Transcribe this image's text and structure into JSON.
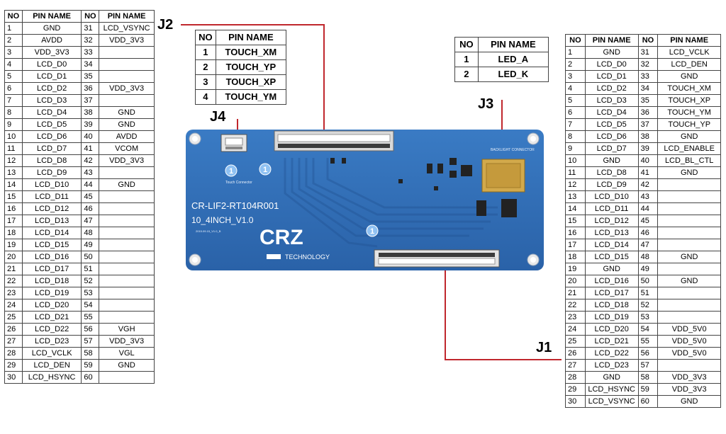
{
  "headers": {
    "no": "NO",
    "pin_name": "PIN NAME"
  },
  "labels": {
    "j1": "J1",
    "j2": "J2",
    "j3": "J3",
    "j4": "J4"
  },
  "colors": {
    "board": "#2b6bb3",
    "wire": "#c0272d"
  },
  "board": {
    "model": "CR-LIF2-RT104R001",
    "version": "10_4INCH_V1.0",
    "logo": "CRZ",
    "company": "TECHNOLOGY",
    "touch_connector": "Touch Connector",
    "backlight_connector": "BACKLIGHT CONNECTOR",
    "date_code": "2015.09.15_V1.0_B",
    "pin1_marker": "1"
  },
  "left_table": {
    "rows": [
      [
        "1",
        "GND",
        "31",
        "LCD_VSYNC"
      ],
      [
        "2",
        "AVDD",
        "32",
        "VDD_3V3"
      ],
      [
        "3",
        "VDD_3V3",
        "33",
        ""
      ],
      [
        "4",
        "LCD_D0",
        "34",
        ""
      ],
      [
        "5",
        "LCD_D1",
        "35",
        ""
      ],
      [
        "6",
        "LCD_D2",
        "36",
        "VDD_3V3"
      ],
      [
        "7",
        "LCD_D3",
        "37",
        ""
      ],
      [
        "8",
        "LCD_D4",
        "38",
        "GND"
      ],
      [
        "9",
        "LCD_D5",
        "39",
        "GND"
      ],
      [
        "10",
        "LCD_D6",
        "40",
        "AVDD"
      ],
      [
        "11",
        "LCD_D7",
        "41",
        "VCOM"
      ],
      [
        "12",
        "LCD_D8",
        "42",
        "VDD_3V3"
      ],
      [
        "13",
        "LCD_D9",
        "43",
        ""
      ],
      [
        "14",
        "LCD_D10",
        "44",
        "GND"
      ],
      [
        "15",
        "LCD_D11",
        "45",
        ""
      ],
      [
        "16",
        "LCD_D12",
        "46",
        ""
      ],
      [
        "17",
        "LCD_D13",
        "47",
        ""
      ],
      [
        "18",
        "LCD_D14",
        "48",
        ""
      ],
      [
        "19",
        "LCD_D15",
        "49",
        ""
      ],
      [
        "20",
        "LCD_D16",
        "50",
        ""
      ],
      [
        "21",
        "LCD_D17",
        "51",
        ""
      ],
      [
        "22",
        "LCD_D18",
        "52",
        ""
      ],
      [
        "23",
        "LCD_D19",
        "53",
        ""
      ],
      [
        "24",
        "LCD_D20",
        "54",
        ""
      ],
      [
        "25",
        "LCD_D21",
        "55",
        ""
      ],
      [
        "26",
        "LCD_D22",
        "56",
        "VGH"
      ],
      [
        "27",
        "LCD_D23",
        "57",
        "VDD_3V3"
      ],
      [
        "28",
        "LCD_VCLK",
        "58",
        "VGL"
      ],
      [
        "29",
        "LCD_DEN",
        "59",
        "GND"
      ],
      [
        "30",
        "LCD_HSYNC",
        "60",
        ""
      ]
    ]
  },
  "j4_table": {
    "rows": [
      [
        "1",
        "TOUCH_XM"
      ],
      [
        "2",
        "TOUCH_YP"
      ],
      [
        "3",
        "TOUCH_XP"
      ],
      [
        "4",
        "TOUCH_YM"
      ]
    ]
  },
  "j3_table": {
    "rows": [
      [
        "1",
        "LED_A"
      ],
      [
        "2",
        "LED_K"
      ]
    ]
  },
  "right_table": {
    "rows": [
      [
        "1",
        "GND",
        "31",
        "LCD_VCLK"
      ],
      [
        "2",
        "LCD_D0",
        "32",
        "LCD_DEN"
      ],
      [
        "3",
        "LCD_D1",
        "33",
        "GND"
      ],
      [
        "4",
        "LCD_D2",
        "34",
        "TOUCH_XM"
      ],
      [
        "5",
        "LCD_D3",
        "35",
        "TOUCH_XP"
      ],
      [
        "6",
        "LCD_D4",
        "36",
        "TOUCH_YM"
      ],
      [
        "7",
        "LCD_D5",
        "37",
        "TOUCH_YP"
      ],
      [
        "8",
        "LCD_D6",
        "38",
        "GND"
      ],
      [
        "9",
        "LCD_D7",
        "39",
        "LCD_ENABLE"
      ],
      [
        "10",
        "GND",
        "40",
        "LCD_BL_CTL"
      ],
      [
        "11",
        "LCD_D8",
        "41",
        "GND"
      ],
      [
        "12",
        "LCD_D9",
        "42",
        ""
      ],
      [
        "13",
        "LCD_D10",
        "43",
        ""
      ],
      [
        "14",
        "LCD_D11",
        "44",
        ""
      ],
      [
        "15",
        "LCD_D12",
        "45",
        ""
      ],
      [
        "16",
        "LCD_D13",
        "46",
        ""
      ],
      [
        "17",
        "LCD_D14",
        "47",
        ""
      ],
      [
        "18",
        "LCD_D15",
        "48",
        "GND"
      ],
      [
        "19",
        "GND",
        "49",
        ""
      ],
      [
        "20",
        "LCD_D16",
        "50",
        "GND"
      ],
      [
        "21",
        "LCD_D17",
        "51",
        ""
      ],
      [
        "22",
        "LCD_D18",
        "52",
        ""
      ],
      [
        "23",
        "LCD_D19",
        "53",
        ""
      ],
      [
        "24",
        "LCD_D20",
        "54",
        "VDD_5V0"
      ],
      [
        "25",
        "LCD_D21",
        "55",
        "VDD_5V0"
      ],
      [
        "26",
        "LCD_D22",
        "56",
        "VDD_5V0"
      ],
      [
        "27",
        "LCD_D23",
        "57",
        ""
      ],
      [
        "28",
        "GND",
        "58",
        "VDD_3V3"
      ],
      [
        "29",
        "LCD_HSYNC",
        "59",
        "VDD_3V3"
      ],
      [
        "30",
        "LCD_VSYNC",
        "60",
        "GND"
      ]
    ]
  }
}
